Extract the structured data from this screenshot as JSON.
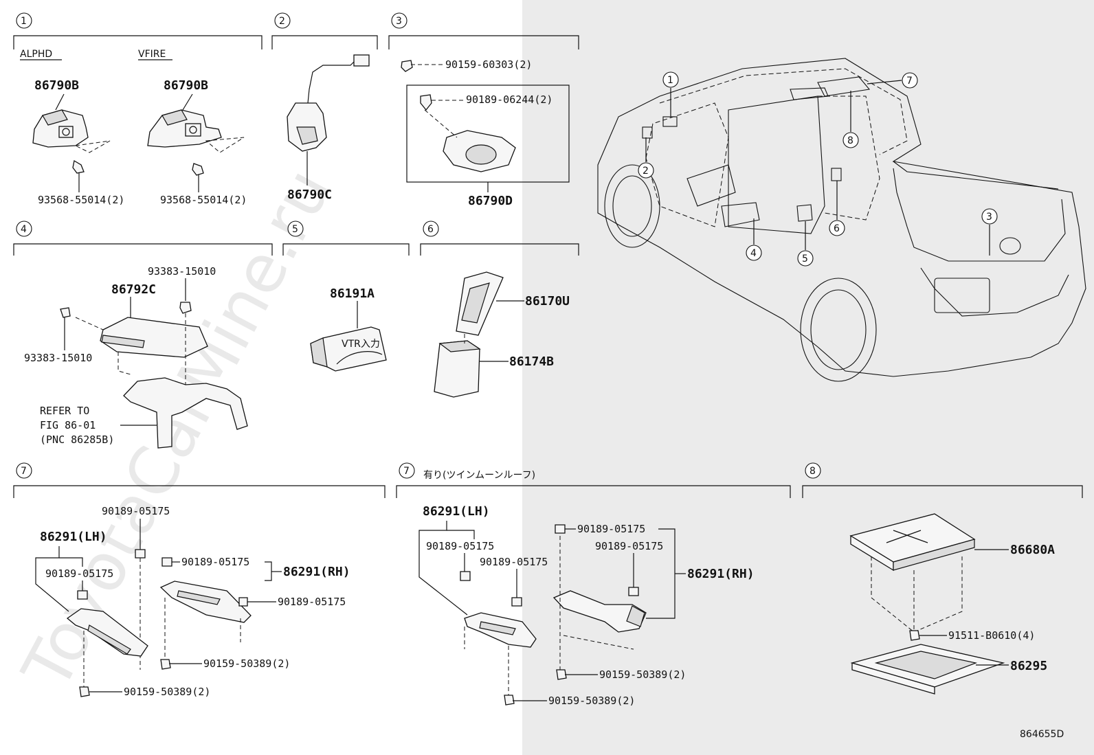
{
  "diagram_id": "864655D",
  "watermark": "ToyotaCarMine.ru",
  "sections": {
    "s1": {
      "num": "1",
      "variant_a": "ALPHD",
      "variant_b": "VFIRE",
      "part_a": "86790B",
      "part_b": "86790B",
      "bolt_a": "93568-55014(2)",
      "bolt_b": "93568-55014(2)"
    },
    "s2": {
      "num": "2",
      "part": "86790C"
    },
    "s3": {
      "num": "3",
      "screw": "90159-60303(2)",
      "clip": "90189-06244(2)",
      "part": "86790D"
    },
    "s4": {
      "num": "4",
      "part": "86792C",
      "bolt_top": "93383-15010",
      "bolt_left": "93383-15010",
      "refer_1": "REFER TO",
      "refer_2": "FIG 86-01",
      "refer_3": "(PNC 86285B)"
    },
    "s5": {
      "num": "5",
      "part": "86191A",
      "card_text": "VTR入力"
    },
    "s6": {
      "num": "6",
      "part_top": "86170U",
      "part_bottom": "86174B"
    },
    "s7a": {
      "num": "7",
      "part_lh": "86291(LH)",
      "part_rh": "86291(RH)",
      "nut_1": "90189-05175",
      "nut_2": "90189-05175",
      "nut_3": "90189-05175",
      "nut_4": "90189-05175",
      "screw_1": "90159-50389(2)",
      "screw_2": "90159-50389(2)"
    },
    "s7b": {
      "num": "7",
      "title": "有り(ツインムーンルーフ)",
      "part_lh": "86291(LH)",
      "part_rh": "86291(RH)",
      "nut_1": "90189-05175",
      "nut_2": "90189-05175",
      "nut_3": "90189-05175",
      "nut_4": "90189-05175",
      "screw_1": "90159-50389(2)",
      "screw_2": "90159-50389(2)"
    },
    "s8": {
      "num": "8",
      "part_top": "86680A",
      "bolt": "91511-B0610(4)",
      "part_bottom": "86295"
    }
  },
  "car_callouts": [
    "1",
    "2",
    "3",
    "4",
    "5",
    "6",
    "7",
    "8"
  ],
  "colors": {
    "line": "#111111",
    "right_panel": "#ebebeb",
    "watermark": "#d0d0d0"
  }
}
